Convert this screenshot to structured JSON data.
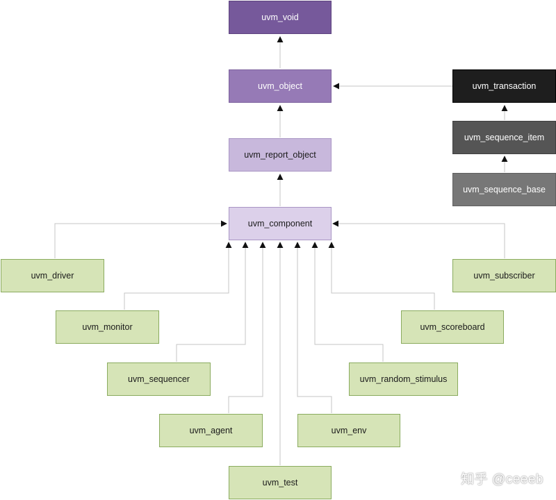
{
  "nodes": {
    "uvm_void": "uvm_void",
    "uvm_object": "uvm_object",
    "uvm_transaction": "uvm_transaction",
    "uvm_sequence_item": "uvm_sequence_item",
    "uvm_sequence_base": "uvm_sequence_base",
    "uvm_report_object": "uvm_report_object",
    "uvm_component": "uvm_component",
    "uvm_driver": "uvm_driver",
    "uvm_subscriber": "uvm_subscriber",
    "uvm_monitor": "uvm_monitor",
    "uvm_scoreboard": "uvm_scoreboard",
    "uvm_sequencer": "uvm_sequencer",
    "uvm_random_stimulus": "uvm_random_stimulus",
    "uvm_agent": "uvm_agent",
    "uvm_env": "uvm_env",
    "uvm_test": "uvm_test"
  },
  "watermark": "知乎 @ceeeb"
}
